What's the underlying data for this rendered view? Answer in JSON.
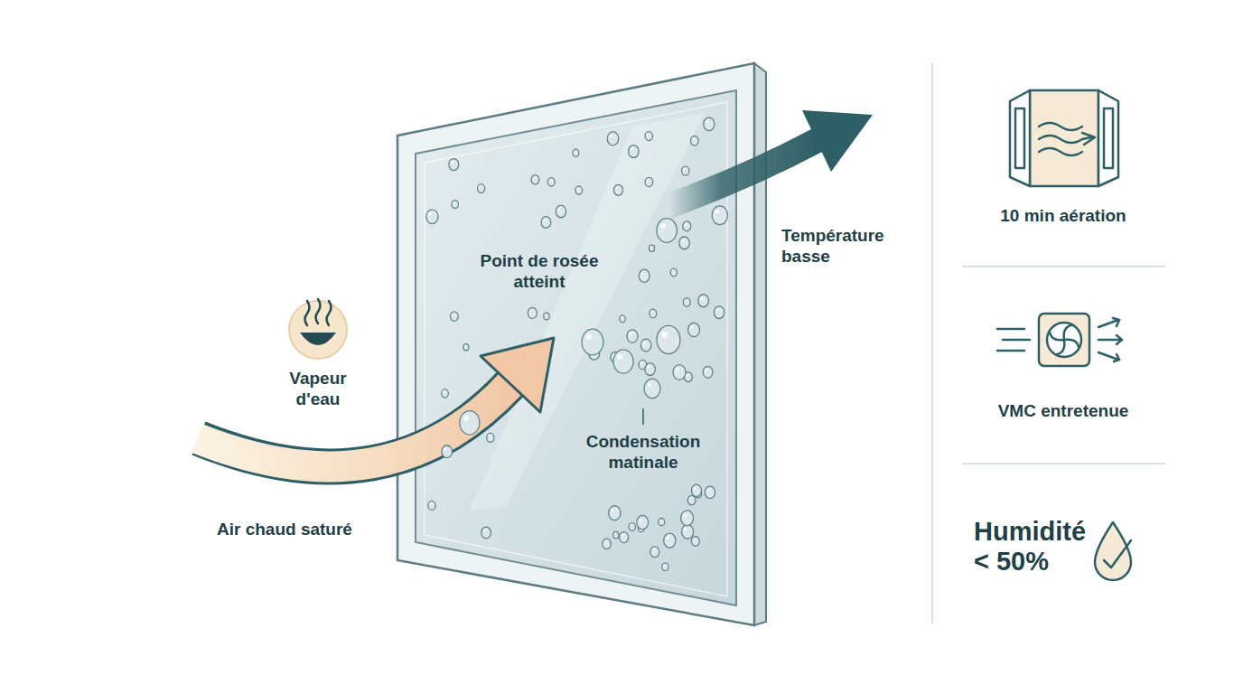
{
  "diagram": {
    "labels": [
      "Vapeur d'eau",
      "Point de rosée atteint",
      "Température basse",
      "Condensation matinale",
      "Air chaud saturé",
      "10 min aération",
      "VMC entretenue",
      "Humidité < 50%"
    ]
  }
}
